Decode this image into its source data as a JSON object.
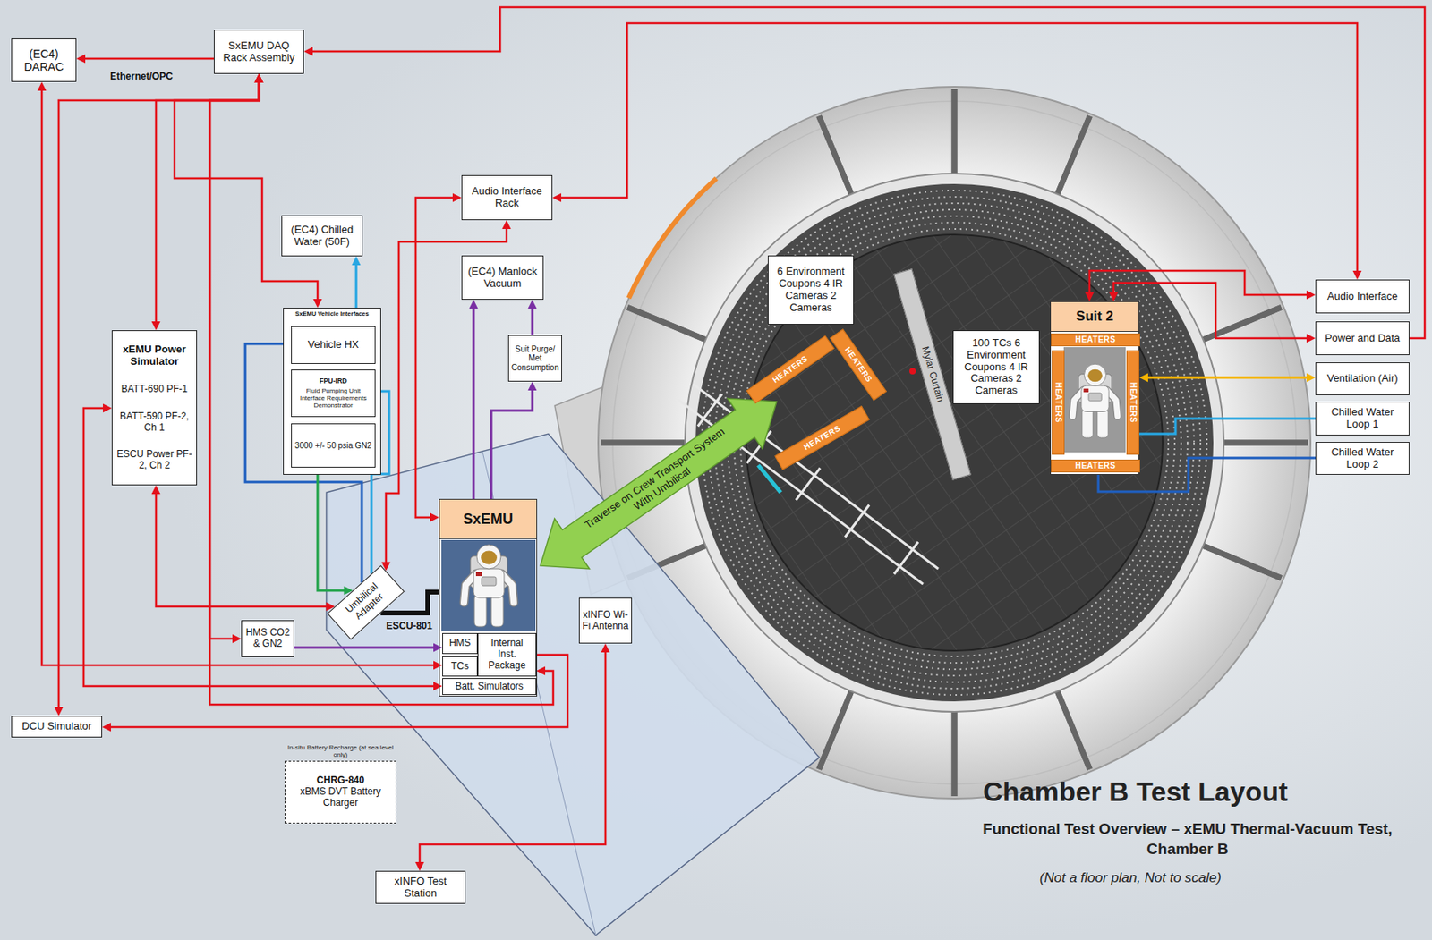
{
  "diagram": {
    "title": "Chamber B Test Layout",
    "caption": "Functional Test Overview – xEMU Thermal-Vacuum Test, Chamber B",
    "nodes": [
      {
        "text": [
          "(EC4) DARAC"
        ]
      },
      {
        "text": [
          "SxEMU DAQ Rack Assembly"
        ]
      },
      {
        "text": [
          "Audio Interface Rack"
        ]
      },
      {
        "text": [
          "(EC4) Chilled Water (50F)"
        ]
      },
      {
        "text": [
          "(EC4) Manlock Vacuum"
        ]
      },
      {
        "text": [
          "SxEMU Vehicle Interfaces"
        ]
      },
      {
        "text": [
          "Vehicle HX"
        ],
        "in": 5
      },
      {
        "text": [
          "FPU-IRD",
          "Fluid Pumping Unit Interface Requirements Demonstrator"
        ],
        "in": 5
      },
      {
        "text": [
          "3000 +/- 50 psia GN2"
        ],
        "in": 5
      },
      {
        "text": [
          "xEMU Power Simulator",
          "BATT-690 PF-1",
          "BATT-590 PF-2, Ch 1",
          "ESCU Power PF-2, Ch 2"
        ]
      },
      {
        "text": [
          "Suit Purge/ Met Consumption"
        ]
      },
      {
        "text": [
          "6 Environment Coupons 4 IR Cameras 2 Cameras"
        ]
      },
      {
        "text": [
          "HEATERS"
        ]
      },
      {
        "text": [
          "HEATERS"
        ]
      },
      {
        "text": [
          "HEATERS"
        ]
      },
      {
        "text": [
          "Mylar Curtain"
        ]
      },
      {
        "text": [
          "100 TCs 6 Environment Coupons 4 IR Cameras 2 Cameras"
        ]
      },
      {
        "text": [
          "Suit 2"
        ]
      },
      {
        "text": [
          "HEATERS"
        ],
        "in": 17
      },
      {
        "text": [
          "HEATERS"
        ],
        "in": 17
      },
      {
        "text": [
          "HEATERS"
        ],
        "in": 17
      },
      {
        "text": [
          "HEATERS"
        ],
        "in": 17
      },
      {
        "text": [
          "Audio Interface"
        ]
      },
      {
        "text": [
          "Power and Data"
        ]
      },
      {
        "text": [
          "Ventilation (Air)"
        ]
      },
      {
        "text": [
          "Chilled Water Loop 1"
        ]
      },
      {
        "text": [
          "Chilled Water Loop 2"
        ]
      },
      {
        "text": [
          "SxEMU"
        ]
      },
      {
        "text": [
          "HMS"
        ],
        "in": 27
      },
      {
        "text": [
          "TCs"
        ],
        "in": 27
      },
      {
        "text": [
          "Internal Inst. Package"
        ],
        "in": 27
      },
      {
        "text": [
          "Batt. Simulators"
        ],
        "in": 27
      },
      {
        "text": [
          "Umbilical Adapter"
        ]
      },
      {
        "text": [
          "HMS CO2 & GN2"
        ]
      },
      {
        "text": [
          "xINFO Wi-Fi Antenna"
        ]
      },
      {
        "text": [
          "DCU Simulator"
        ]
      },
      {
        "text": [
          "In-situ Battery Recharge (at sea level only)",
          "CHRG-840",
          "xBMS DVT Battery Charger"
        ]
      },
      {
        "text": [
          "xINFO Test Station"
        ]
      }
    ],
    "edges": [
      {
        "from": 1,
        "to": 0,
        "arrow": "to",
        "label": "Ethernet/OPC"
      },
      {
        "from": 23,
        "to": 1,
        "arrow": "to"
      },
      {
        "from": 2,
        "to": 22,
        "arrow": "both"
      },
      {
        "from": 17,
        "to": 22,
        "arrow": "both"
      },
      {
        "from": 17,
        "to": 23,
        "arrow": "both"
      },
      {
        "from": 17,
        "to": 24,
        "arrow": "both"
      },
      {
        "from": 25,
        "to": 17,
        "arrow": "none"
      },
      {
        "from": 26,
        "to": 17,
        "arrow": "none"
      },
      {
        "from": 1,
        "to": 35,
        "arrow": "both"
      },
      {
        "from": 1,
        "to": 9,
        "arrow": "both"
      },
      {
        "from": 1,
        "to": 5,
        "arrow": "both"
      },
      {
        "from": 1,
        "to": 33,
        "arrow": "both"
      },
      {
        "from": 1,
        "to": 30,
        "arrow": "both"
      },
      {
        "from": 30,
        "to": 35,
        "arrow": "to"
      },
      {
        "from": 0,
        "to": 29,
        "arrow": "both"
      },
      {
        "from": 9,
        "to": 31,
        "arrow": "both"
      },
      {
        "from": 9,
        "to": 32,
        "arrow": "both"
      },
      {
        "from": 2,
        "to": 27,
        "arrow": "both"
      },
      {
        "from": 2,
        "to": 32,
        "arrow": "both"
      },
      {
        "from": 6,
        "to": 32,
        "arrow": "none"
      },
      {
        "from": 7,
        "to": 32,
        "arrow": "none"
      },
      {
        "from": 8,
        "to": 32,
        "arrow": "to"
      },
      {
        "from": 5,
        "to": 3,
        "arrow": "to"
      },
      {
        "from": 27,
        "to": 4,
        "arrow": "to"
      },
      {
        "from": 27,
        "to": 10,
        "arrow": "to"
      },
      {
        "from": 10,
        "to": 4,
        "arrow": "to"
      },
      {
        "from": 33,
        "to": 28,
        "arrow": "to"
      },
      {
        "from": 32,
        "to": 27,
        "arrow": "none",
        "label": "ESCU-801"
      },
      {
        "from": 34,
        "to": 37,
        "arrow": "both"
      }
    ],
    "labels": [
      "Traverse on Crew Transport System With Umbilical",
      "(Not a floor plan, Not to scale)"
    ]
  }
}
